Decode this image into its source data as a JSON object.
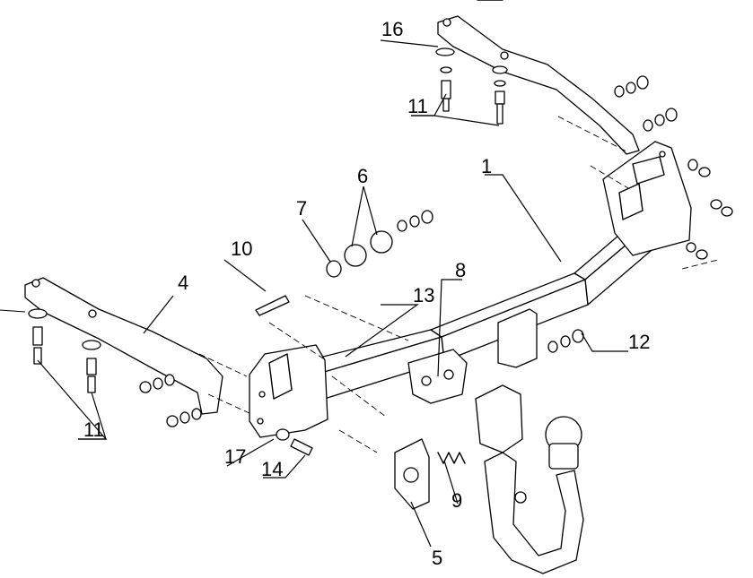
{
  "diagram": {
    "callouts": [
      {
        "id": "c1",
        "label": "1"
      },
      {
        "id": "c4",
        "label": "4"
      },
      {
        "id": "c5",
        "label": "5"
      },
      {
        "id": "c6",
        "label": "6"
      },
      {
        "id": "c7",
        "label": "7"
      },
      {
        "id": "c8",
        "label": "8"
      },
      {
        "id": "c9",
        "label": "9"
      },
      {
        "id": "c10",
        "label": "10"
      },
      {
        "id": "c11a",
        "label": "11"
      },
      {
        "id": "c11b",
        "label": "11"
      },
      {
        "id": "c12",
        "label": "12"
      },
      {
        "id": "c13",
        "label": "13"
      },
      {
        "id": "c14",
        "label": "14"
      },
      {
        "id": "c16",
        "label": "16"
      },
      {
        "id": "c17",
        "label": "17"
      }
    ]
  }
}
